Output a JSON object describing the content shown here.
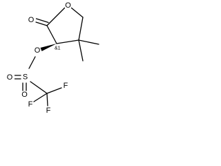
{
  "structure": {
    "atoms": {
      "ring_o": "O",
      "carbonyl_o": "O",
      "ester_o": "O",
      "sulfur": "S",
      "sulfonyl_o_left": "O",
      "sulfonyl_o_bottom": "O",
      "fluorine_right": "F",
      "fluorine_left": "F",
      "fluorine_bottom": "F"
    },
    "stereo_label": "&1"
  }
}
